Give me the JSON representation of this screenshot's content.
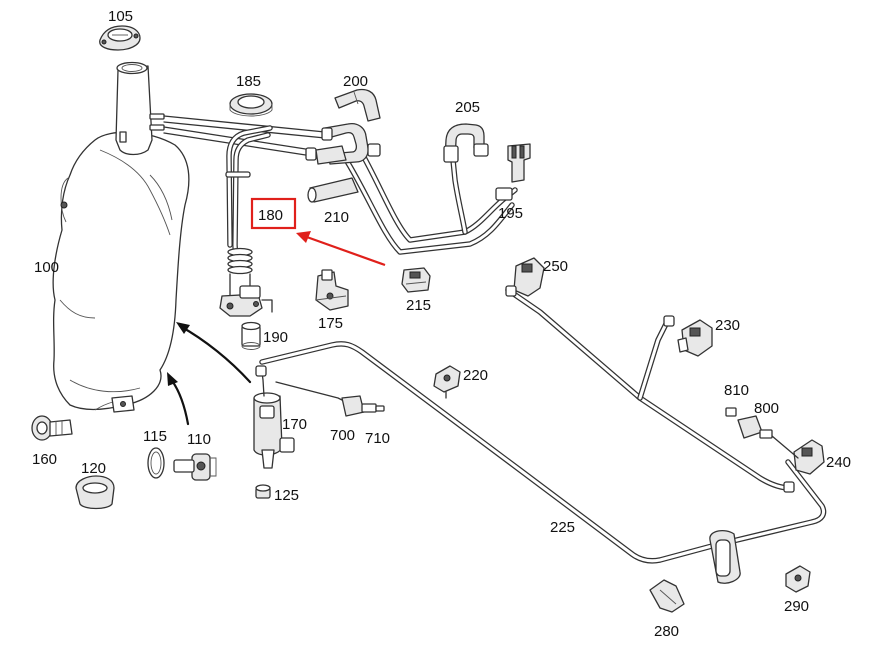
{
  "diagram": {
    "labels": [
      {
        "id": "105",
        "text": "105"
      },
      {
        "id": "185",
        "text": "185"
      },
      {
        "id": "200",
        "text": "200"
      },
      {
        "id": "205",
        "text": "205"
      },
      {
        "id": "210",
        "text": "210"
      },
      {
        "id": "195",
        "text": "195"
      },
      {
        "id": "180",
        "text": "180"
      },
      {
        "id": "100",
        "text": "100"
      },
      {
        "id": "215",
        "text": "215"
      },
      {
        "id": "175",
        "text": "175"
      },
      {
        "id": "190",
        "text": "190"
      },
      {
        "id": "250",
        "text": "250"
      },
      {
        "id": "230",
        "text": "230"
      },
      {
        "id": "220",
        "text": "220"
      },
      {
        "id": "170",
        "text": "170"
      },
      {
        "id": "700",
        "text": "700"
      },
      {
        "id": "710",
        "text": "710"
      },
      {
        "id": "810",
        "text": "810"
      },
      {
        "id": "800",
        "text": "800"
      },
      {
        "id": "160",
        "text": "160"
      },
      {
        "id": "115",
        "text": "115"
      },
      {
        "id": "110",
        "text": "110"
      },
      {
        "id": "120",
        "text": "120"
      },
      {
        "id": "125",
        "text": "125"
      },
      {
        "id": "240",
        "text": "240"
      },
      {
        "id": "225",
        "text": "225"
      },
      {
        "id": "280",
        "text": "280"
      },
      {
        "id": "290",
        "text": "290"
      }
    ],
    "highlight": {
      "part": "180",
      "color": "#e0201b"
    },
    "colors": {
      "line": "#333333",
      "label": "#111111",
      "highlight": "#e0201b"
    }
  }
}
